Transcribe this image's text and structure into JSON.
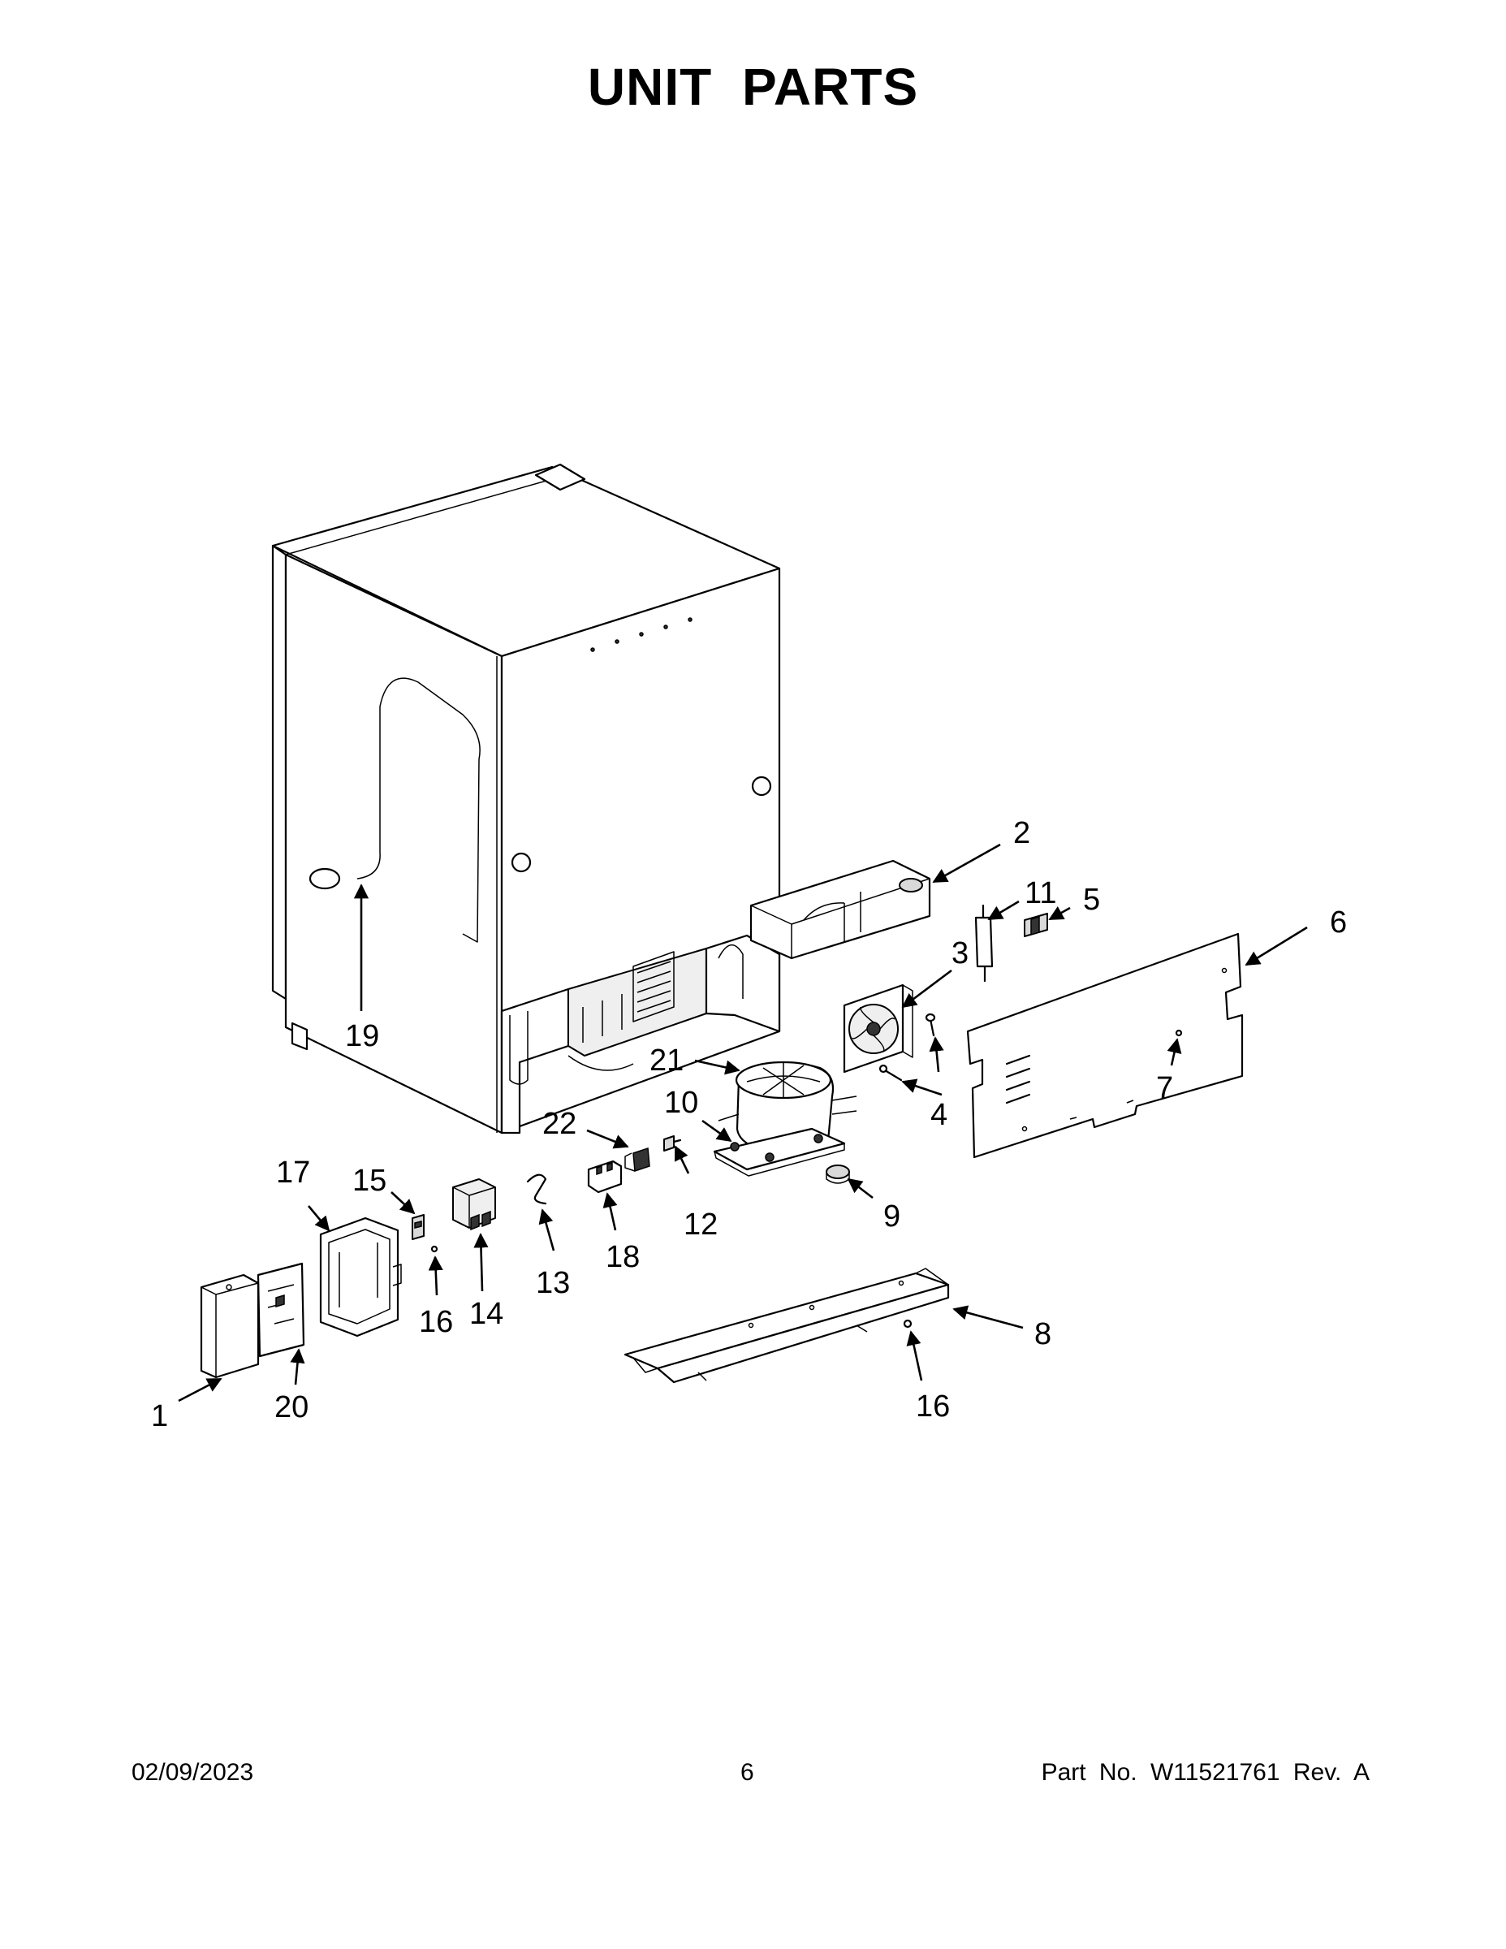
{
  "title": "UNIT PARTS",
  "footer": {
    "date": "02/09/2023",
    "page": "6",
    "part": "Part No.  W11521761  Rev.  A"
  },
  "callouts": {
    "c1": "1",
    "c2": "2",
    "c3": "3",
    "c4": "4",
    "c5": "5",
    "c6": "6",
    "c7": "7",
    "c8": "8",
    "c9": "9",
    "c10": "10",
    "c11": "11",
    "c12": "12",
    "c13": "13",
    "c14": "14",
    "c15": "15",
    "c16a": "16",
    "c16b": "16",
    "c17": "17",
    "c18": "18",
    "c19": "19",
    "c20": "20",
    "c21": "21",
    "c22": "22"
  }
}
